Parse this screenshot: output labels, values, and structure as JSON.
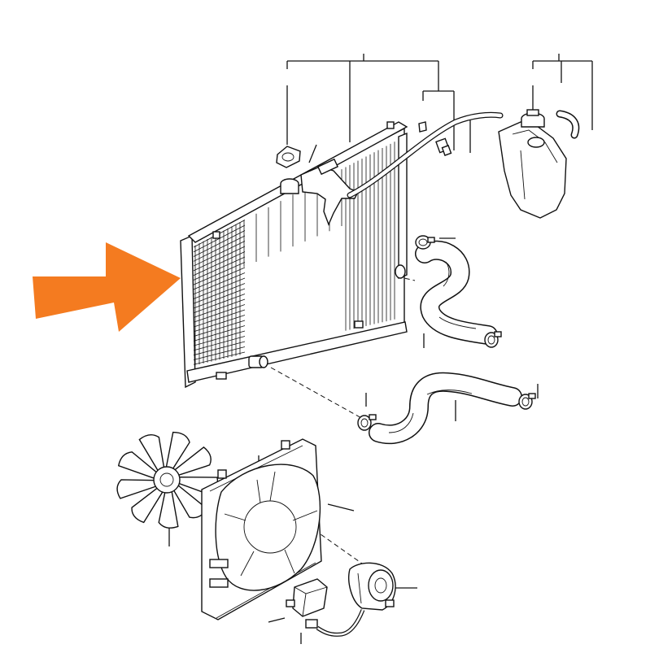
{
  "diagram": {
    "kind": "exploded-parts-view",
    "labels": [],
    "arrow": {
      "color": "#F47B20",
      "icon": "pointer-arrow-icon",
      "target": "radiator"
    },
    "parts": [
      {
        "id": "radiator",
        "icon": "radiator-icon"
      },
      {
        "id": "radiator-cap",
        "icon": "cap-icon"
      },
      {
        "id": "drain-plug",
        "icon": "plug-icon"
      },
      {
        "id": "overflow-hose",
        "icon": "hose-icon"
      },
      {
        "id": "reservoir-tank",
        "icon": "tank-icon"
      },
      {
        "id": "reservoir-cap",
        "icon": "cap-icon"
      },
      {
        "id": "upper-hose",
        "icon": "hose-icon"
      },
      {
        "id": "lower-hose",
        "icon": "hose-icon"
      },
      {
        "id": "hose-clamps",
        "icon": "clamp-icon"
      },
      {
        "id": "fan-blade",
        "icon": "fan-icon"
      },
      {
        "id": "fan-shroud",
        "icon": "shroud-icon"
      },
      {
        "id": "fan-motor",
        "icon": "motor-icon"
      },
      {
        "id": "resistor",
        "icon": "resistor-icon"
      }
    ]
  }
}
